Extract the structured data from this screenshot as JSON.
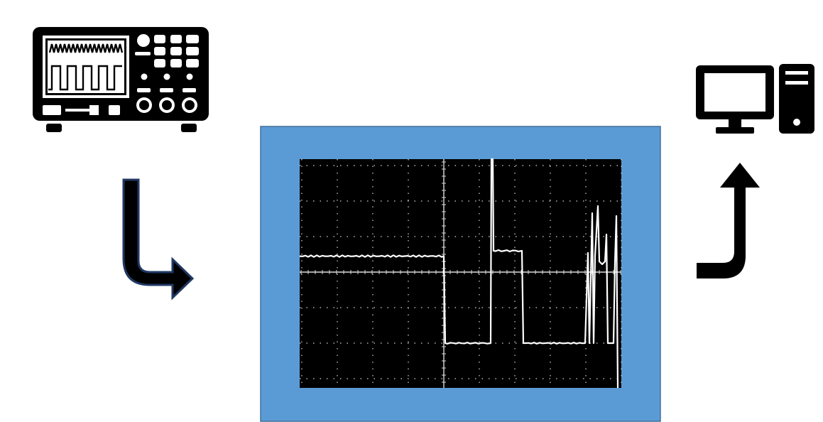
{
  "diagram": {
    "nodes": [
      {
        "id": "oscilloscope",
        "icon": "oscilloscope-icon"
      },
      {
        "id": "scope-capture",
        "icon": "waveform-screenshot"
      },
      {
        "id": "computer",
        "icon": "desktop-computer-icon"
      }
    ],
    "edges": [
      {
        "from": "oscilloscope",
        "to": "scope-capture",
        "icon": "bent-arrow-down-right-icon"
      },
      {
        "from": "scope-capture",
        "to": "computer",
        "icon": "bent-arrow-up-icon"
      }
    ]
  },
  "colors": {
    "panel_fill": "#5B9BD5",
    "panel_border": "#41719C",
    "icon": "#000000",
    "arrow_fill": "#000000",
    "arrow_outline": "#203864",
    "screen_bg": "#000000",
    "trace": "#ffffff",
    "grid": "#d8d8d8"
  },
  "waveform_levels": {
    "baseline": 0.45,
    "high": 0.6,
    "low": -2.0
  }
}
